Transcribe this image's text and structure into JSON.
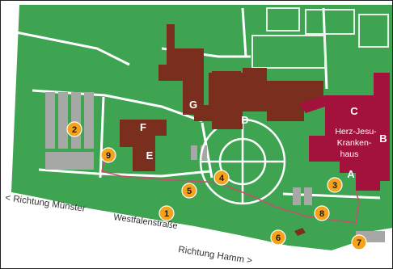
{
  "colors": {
    "green": "#3ea452",
    "dark_green": "#2f8a43",
    "building_brown": "#7a2f1e",
    "hospital_red": "#a3123d",
    "parking_gray": "#a6a8a6",
    "marker_orange": "#f5a21c",
    "path_pink": "#c8506a"
  },
  "buildings": [
    {
      "label": "G"
    },
    {
      "label": "D"
    },
    {
      "label": "F"
    },
    {
      "label": "E"
    },
    {
      "label": "C"
    },
    {
      "label": "B"
    },
    {
      "label": "A"
    }
  ],
  "hospital_name": [
    "Herz-Jesu-",
    "Kranken-",
    "haus"
  ],
  "markers": [
    "1",
    "2",
    "3",
    "4",
    "5",
    "6",
    "7",
    "8",
    "9"
  ],
  "streets": {
    "munster": "< Richtung Münster",
    "westfalen": "Westfalenstraße",
    "hamm": "Richtung Hamm >"
  }
}
